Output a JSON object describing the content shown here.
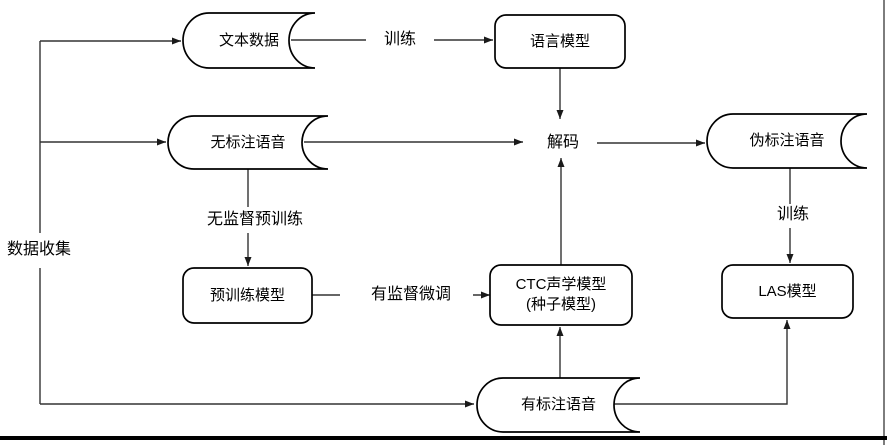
{
  "diagram": {
    "title": "speech-model-training-flowchart",
    "nodes": {
      "text_data": {
        "label": "文本数据",
        "shape": "stored-data"
      },
      "language_model": {
        "label": "语言模型",
        "shape": "rounded-rect"
      },
      "unlabeled_speech": {
        "label": "无标注语音",
        "shape": "stored-data"
      },
      "decode": {
        "label": "解码",
        "shape": "plain-text"
      },
      "pseudo_labeled_speech": {
        "label": "伪标注语音",
        "shape": "stored-data"
      },
      "pretrained_model": {
        "label": "预训练模型",
        "shape": "rounded-rect"
      },
      "ctc_model": {
        "label_line1": "CTC声学模型",
        "label_line2": "(种子模型)",
        "shape": "rounded-rect"
      },
      "las_model": {
        "label": "LAS模型",
        "shape": "rounded-rect"
      },
      "labeled_speech": {
        "label": "有标注语音",
        "shape": "stored-data"
      }
    },
    "edge_labels": {
      "train_top": "训练",
      "unsupervised_pretraining": "无监督预训练",
      "data_collection": "数据收集",
      "supervised_finetuning": "有监督微调",
      "train_right": "训练"
    },
    "colors": {
      "shape_stroke": "#000000",
      "connector_stroke": "#333333",
      "background": "#ffffff",
      "frame_bottom": "#000000",
      "frame_right": "#7d7d7d"
    }
  }
}
